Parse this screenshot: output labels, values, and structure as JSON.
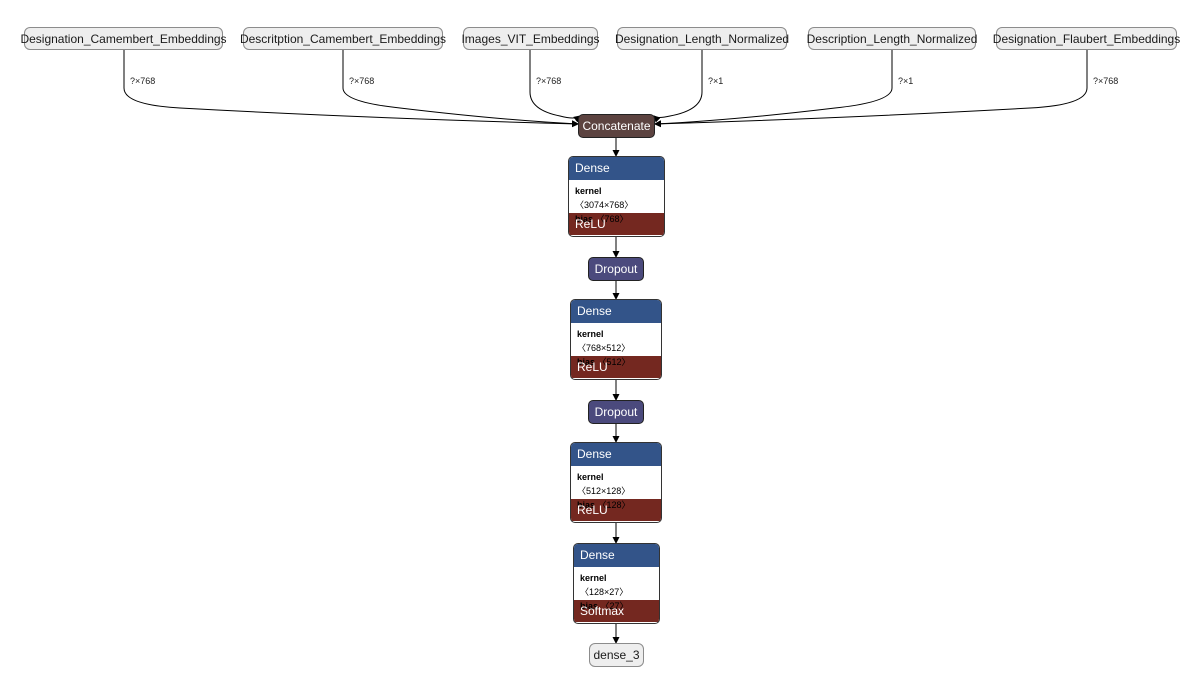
{
  "inputs": [
    {
      "name": "Designation_Camembert_Embeddings",
      "shape": "?×768"
    },
    {
      "name": "Descritption_Camembert_Embeddings",
      "shape": "?×768"
    },
    {
      "name": "Images_VIT_Embeddings",
      "shape": "?×768"
    },
    {
      "name": "Designation_Length_Normalized",
      "shape": "?×1"
    },
    {
      "name": "Description_Length_Normalized",
      "shape": "?×1"
    },
    {
      "name": "Designation_Flaubert_Embeddings",
      "shape": "?×768"
    }
  ],
  "concat": {
    "label": "Concatenate"
  },
  "dense_layers": [
    {
      "title": "Dense",
      "kernel_label": "kernel",
      "kernel_shape": "〈3074×768〉",
      "bias_label": "bias",
      "bias_shape": "〈768〉",
      "activation": "ReLU"
    },
    {
      "title": "Dense",
      "kernel_label": "kernel",
      "kernel_shape": "〈768×512〉",
      "bias_label": "bias",
      "bias_shape": "〈512〉",
      "activation": "ReLU"
    },
    {
      "title": "Dense",
      "kernel_label": "kernel",
      "kernel_shape": "〈512×128〉",
      "bias_label": "bias",
      "bias_shape": "〈128〉",
      "activation": "ReLU"
    },
    {
      "title": "Dense",
      "kernel_label": "kernel",
      "kernel_shape": "〈128×27〉",
      "bias_label": "bias",
      "bias_shape": "〈27〉",
      "activation": "Softmax"
    }
  ],
  "dropouts": [
    {
      "label": "Dropout"
    },
    {
      "label": "Dropout"
    }
  ],
  "output": {
    "label": "dense_3"
  },
  "colors": {
    "input_fill": "#eeeeee",
    "concat_fill": "#5c4340",
    "dropout_fill": "#4b4a7d",
    "dense_header": "#335489",
    "activation_fill": "#742820",
    "edge": "#000000"
  }
}
